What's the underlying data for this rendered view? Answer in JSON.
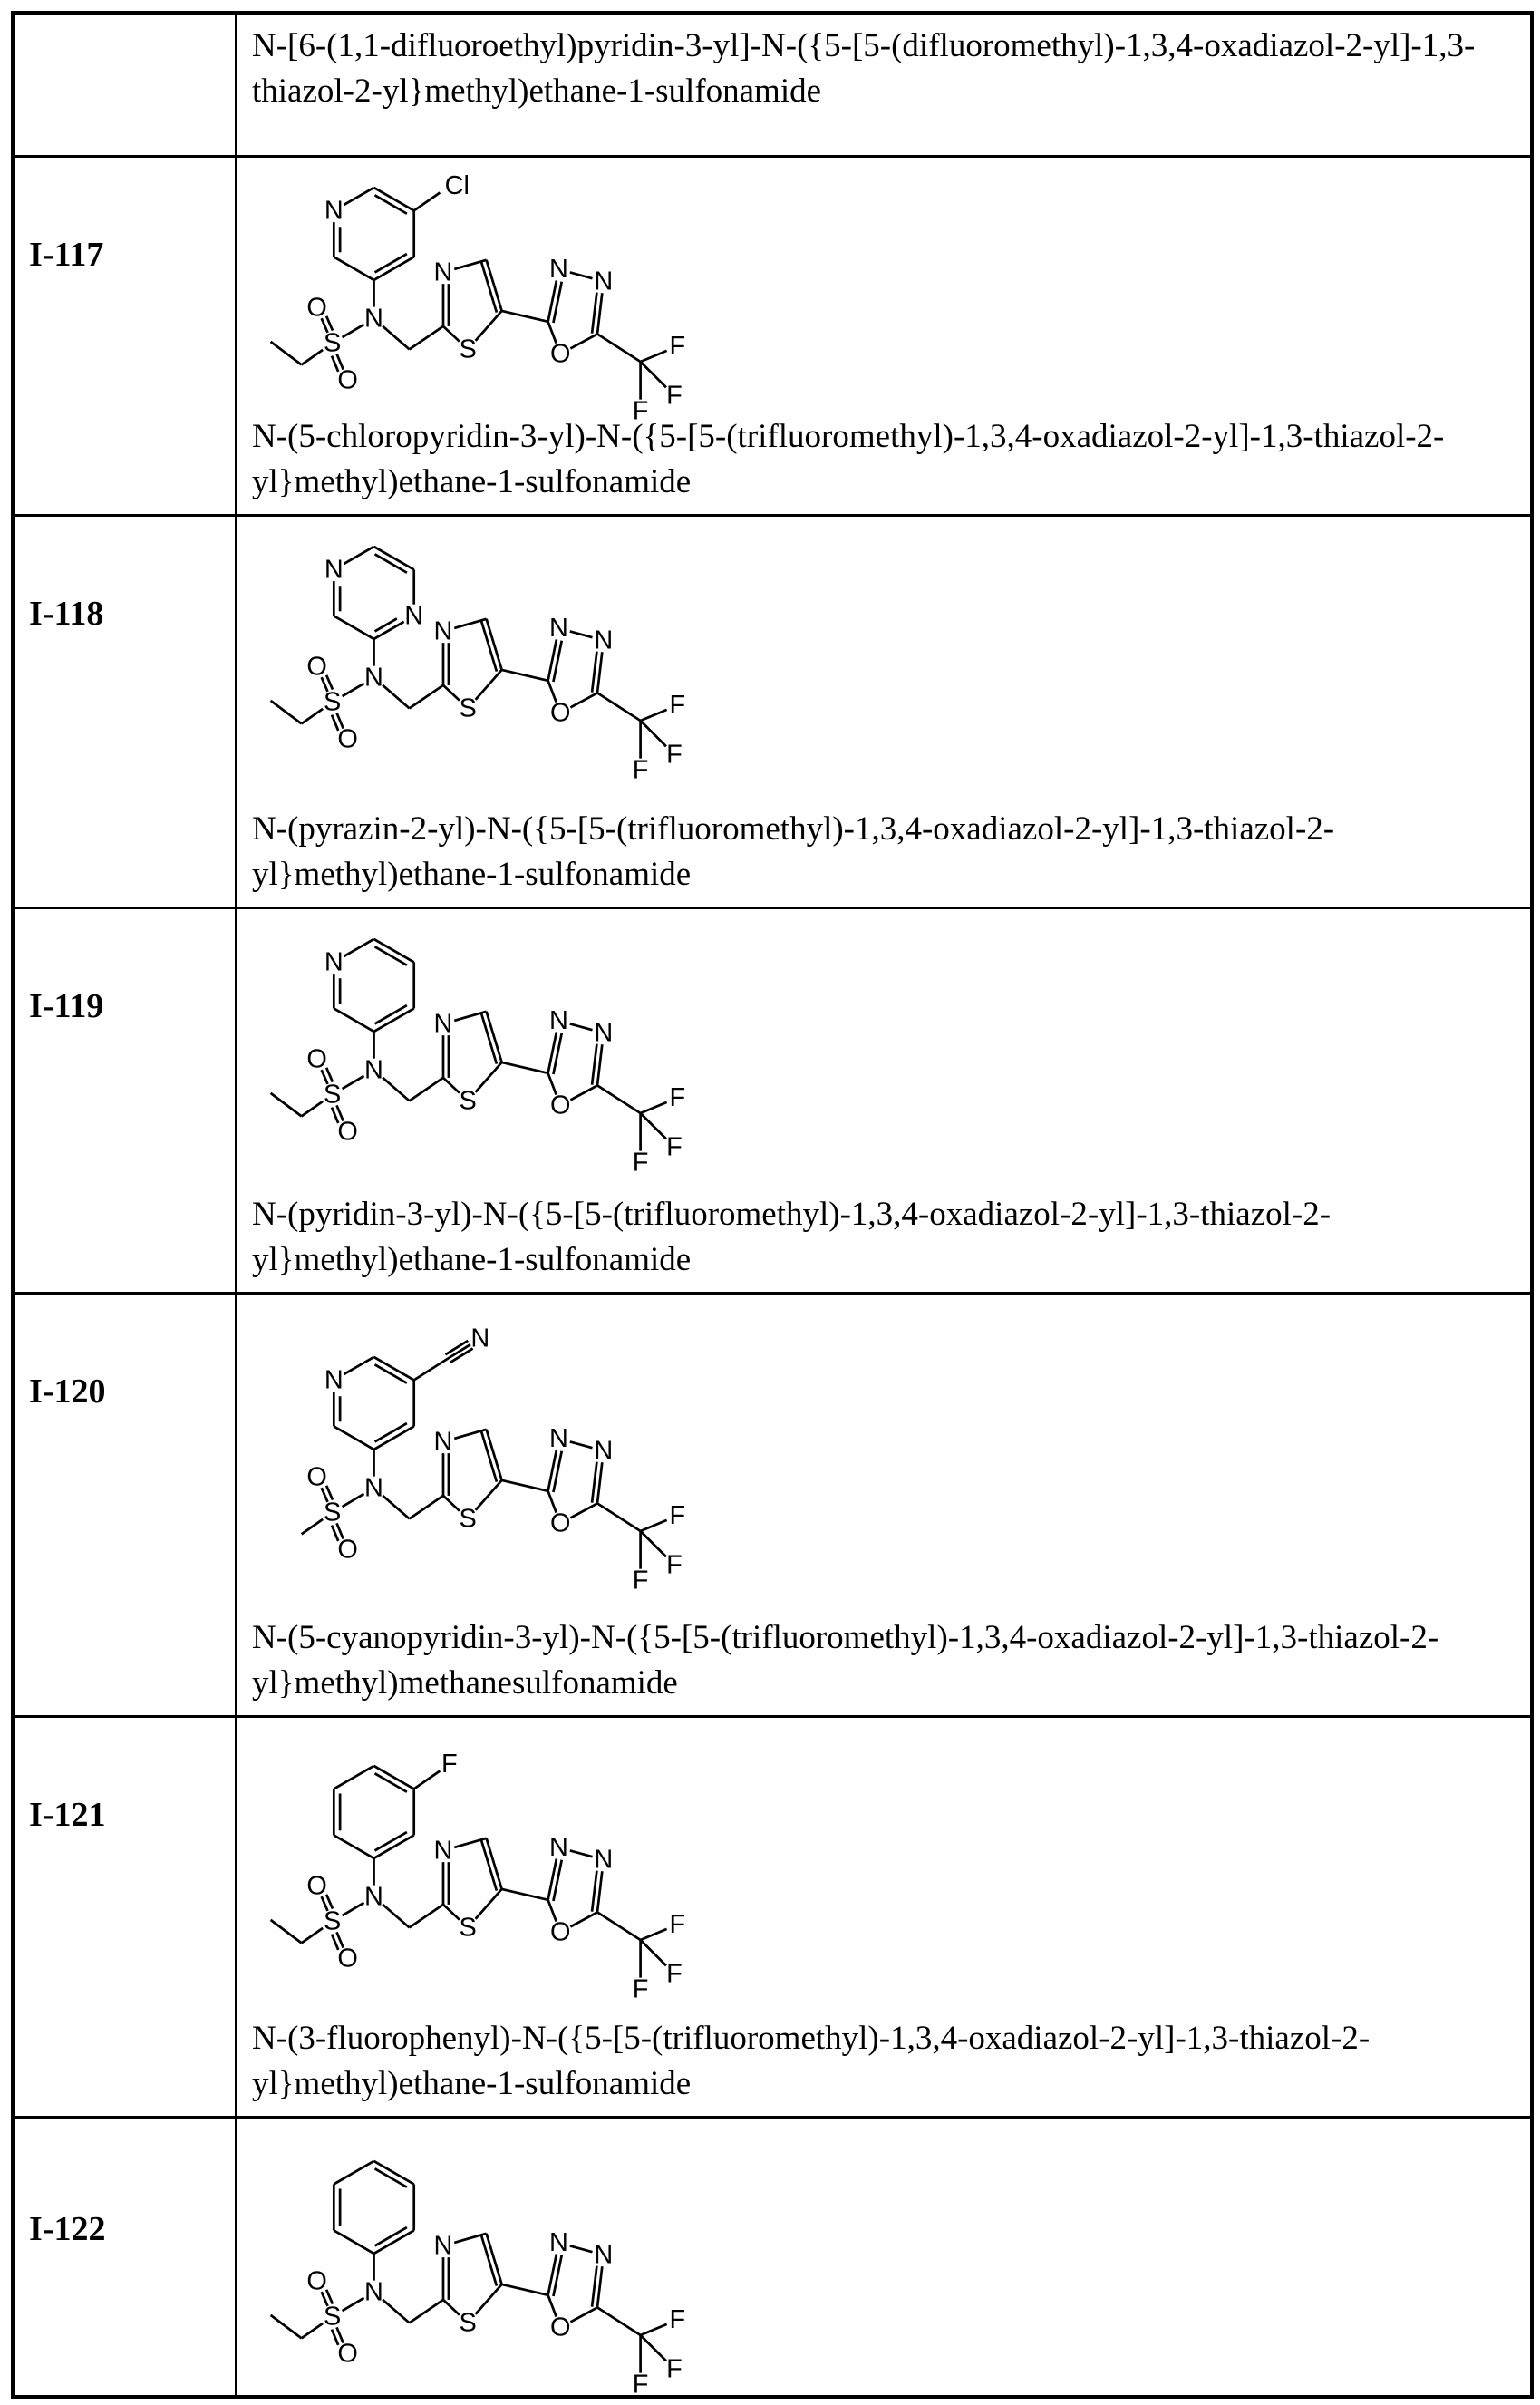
{
  "structure_labels": {
    "N": "N",
    "S": "S",
    "O": "O",
    "F": "F"
  },
  "rows": [
    {
      "id": "",
      "name": "N-[6-(1,1-difluoroethyl)pyridin-3-yl]-N-({5-[5-(difluoromethyl)-1,3,4-oxadiazol-2-yl]-1,3-thiazol-2-yl}methyl)ethane-1-sulfonamide",
      "structure": null
    },
    {
      "id": "I-117",
      "name": "N-(5-chloropyridin-3-yl)-N-({5-[5-(trifluoromethyl)-1,3,4-oxadiazol-2-yl]-1,3-thiazol-2-yl}methyl)ethane-1-sulfonamide",
      "structure": {
        "ring_hetero": [
          {
            "vertex": 5,
            "label": "N"
          }
        ],
        "substituent": {
          "type": "atom",
          "label": "Cl"
        },
        "sulfonyl": "ethyl"
      }
    },
    {
      "id": "I-118",
      "name": "N-(pyrazin-2-yl)-N-({5-[5-(trifluoromethyl)-1,3,4-oxadiazol-2-yl]-1,3-thiazol-2-yl}methyl)ethane-1-sulfonamide",
      "structure": {
        "ring_hetero": [
          {
            "vertex": 5,
            "label": "N"
          },
          {
            "vertex": 2,
            "label": "N"
          }
        ],
        "substituent": null,
        "sulfonyl": "ethyl"
      }
    },
    {
      "id": "I-119",
      "name": "N-(pyridin-3-yl)-N-({5-[5-(trifluoromethyl)-1,3,4-oxadiazol-2-yl]-1,3-thiazol-2-yl}methyl)ethane-1-sulfonamide",
      "structure": {
        "ring_hetero": [
          {
            "vertex": 5,
            "label": "N"
          }
        ],
        "substituent": null,
        "sulfonyl": "ethyl"
      }
    },
    {
      "id": "I-120",
      "name": "N-(5-cyanopyridin-3-yl)-N-({5-[5-(trifluoromethyl)-1,3,4-oxadiazol-2-yl]-1,3-thiazol-2-yl}methyl)methanesulfonamide",
      "structure": {
        "ring_hetero": [
          {
            "vertex": 5,
            "label": "N"
          }
        ],
        "substituent": {
          "type": "nitrile",
          "label": "N"
        },
        "sulfonyl": "methyl"
      }
    },
    {
      "id": "I-121",
      "name": "N-(3-fluorophenyl)-N-({5-[5-(trifluoromethyl)-1,3,4-oxadiazol-2-yl]-1,3-thiazol-2-yl}methyl)ethane-1-sulfonamide",
      "structure": {
        "ring_hetero": [],
        "substituent": {
          "type": "atom",
          "label": "F"
        },
        "sulfonyl": "ethyl"
      }
    },
    {
      "id": "I-122",
      "name": "",
      "structure": {
        "ring_hetero": [],
        "substituent": null,
        "sulfonyl": "ethyl"
      }
    }
  ]
}
